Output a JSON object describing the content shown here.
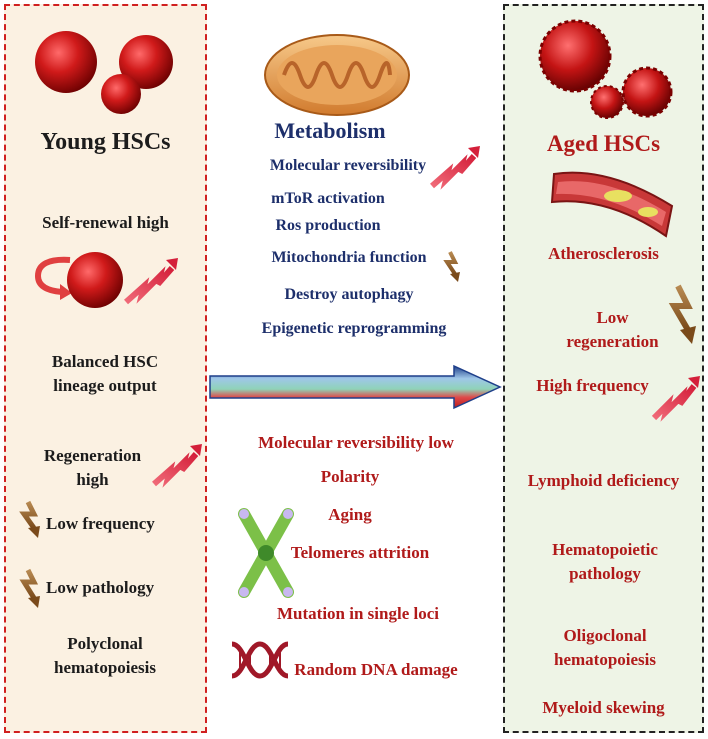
{
  "colors": {
    "left_panel_bg": "#fbf1e2",
    "right_panel_bg": "#eef4e6",
    "red_text": "#b01a1a",
    "navy_text": "#1d2f6b",
    "arrow_red": "#c4242a",
    "arrow_green": "#8fd3b8"
  },
  "left": {
    "title": "Young HSCs",
    "items": [
      "Self-renewal high",
      "Balanced HSC lineage output",
      "Regeneration high",
      "Low frequency",
      "Low pathology",
      "Polyclonal hematopoiesis"
    ]
  },
  "center_top": {
    "title": "Metabolism",
    "items": [
      "Molecular reversibility",
      "mToR activation",
      "Ros production",
      "Mitochondria function",
      "Destroy autophagy",
      "Epigenetic reprogramming"
    ]
  },
  "center_bottom": {
    "items": [
      "Molecular reversibility low",
      "Polarity",
      "Aging",
      "Telomeres attrition",
      "Mutation in single loci",
      "Random DNA damage"
    ]
  },
  "right": {
    "title": "Aged HSCs",
    "items": [
      "Atherosclerosis",
      "Low regeneration",
      "High frequency",
      "Lymphoid deficiency",
      "Hematopoietic pathology",
      "Oligoclonal hematopoiesis",
      "Myeloid skewing"
    ]
  }
}
